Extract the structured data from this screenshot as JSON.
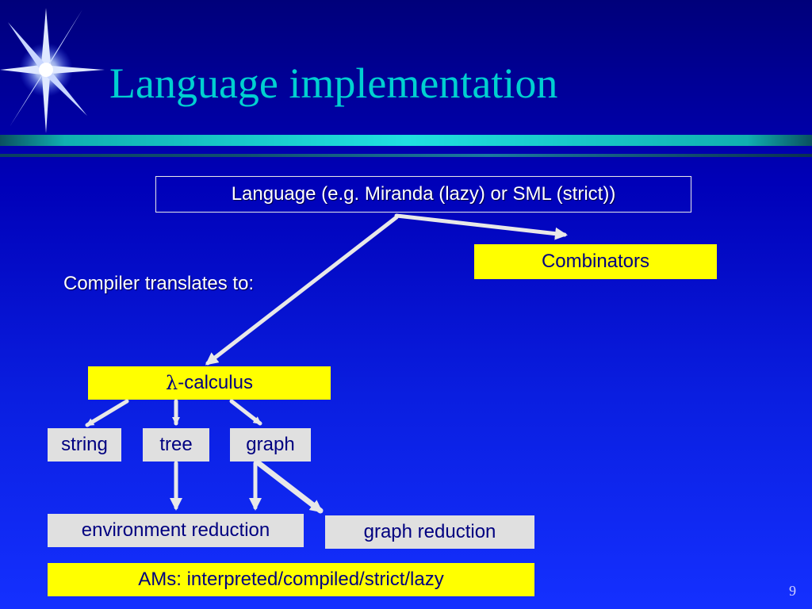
{
  "title": "Language implementation",
  "language_box": "Language (e.g. Miranda (lazy) or SML (strict))",
  "compiler_label": "Compiler translates to:",
  "combinators_box": "Combinators",
  "lambda_box": {
    "symbol": "λ",
    "text": "-calculus"
  },
  "reductions": [
    "string",
    "tree",
    "graph"
  ],
  "environment_box": "environment reduction",
  "graph_reduction_box": "graph reduction",
  "ams_box": "AMs: interpreted/compiled/strict/lazy",
  "page_number": "9",
  "colors": {
    "title": "#00d0d0",
    "highlight_box": "#ffff00",
    "grey_box": "#e0e0e0",
    "box_text": "#000080",
    "arrow": "#e8e8e8"
  },
  "icons": {
    "logo": "starburst-icon"
  }
}
